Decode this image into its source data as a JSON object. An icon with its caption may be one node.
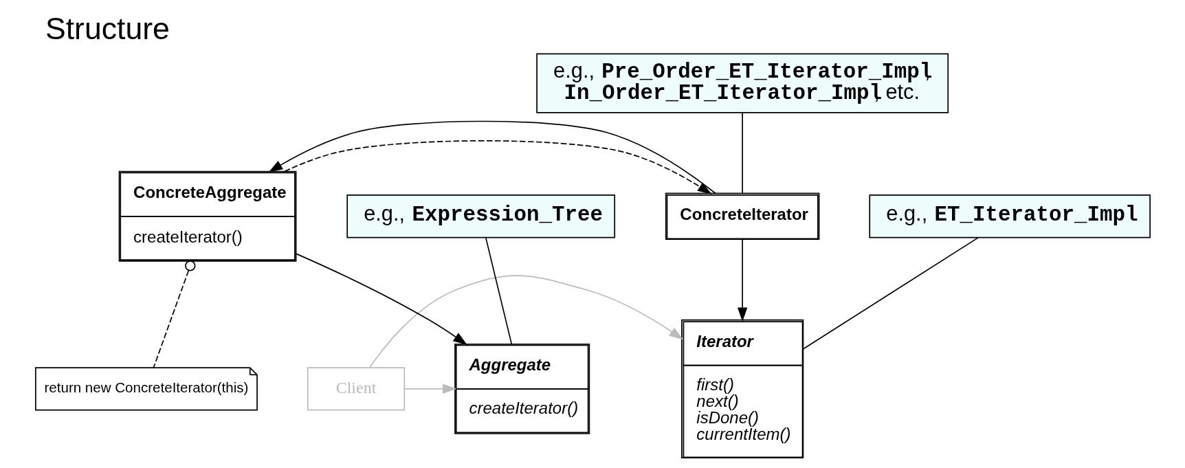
{
  "diagram": {
    "title": "Structure",
    "nodes": [
      {
        "text": [
          "Aggregate",
          "createIterator()"
        ]
      },
      {
        "text": [
          "Client"
        ]
      },
      {
        "text": [
          "Iterator",
          "first()",
          "next()",
          "isDone()",
          "currentItem()"
        ]
      },
      {
        "text": [
          "e.g.,",
          "Expression_Tree"
        ]
      },
      {
        "text": [
          "e.g.,",
          "ET_Iterator_Impl"
        ]
      },
      {
        "text": [
          "ConcreteAggregate",
          "createIterator()"
        ]
      },
      {
        "text": [
          "ConcreteIterator"
        ]
      },
      {
        "text": [
          "e.g.,",
          "Pre_Order_ET_Iterator_Impl",
          ",",
          "In_Order_ET_Iterator_Impl",
          ", etc."
        ]
      },
      {
        "text": [
          "return new ConcreteIterator(this)"
        ]
      }
    ],
    "edges": [
      {
        "from": 1,
        "to": 0,
        "arrow": "to",
        "color": "#bbbbbb"
      },
      {
        "from": 1,
        "to": 2,
        "arrow": "to",
        "color": "#bbbbbb"
      },
      {
        "from": 3,
        "to": 0,
        "arrow": "none"
      },
      {
        "from": 4,
        "to": 2,
        "arrow": "none"
      },
      {
        "from": 5,
        "to": 0,
        "arrow": "to"
      },
      {
        "from": 6,
        "to": 2,
        "arrow": "to"
      },
      {
        "from": 5,
        "to": 6,
        "arrow": "to",
        "style": "dashed"
      },
      {
        "from": 6,
        "to": 5,
        "arrow": "to"
      },
      {
        "from": 7,
        "to": 6,
        "arrow": "none"
      },
      {
        "from": 5,
        "to": 8,
        "arrow": "other",
        "style": "dashed"
      }
    ]
  }
}
